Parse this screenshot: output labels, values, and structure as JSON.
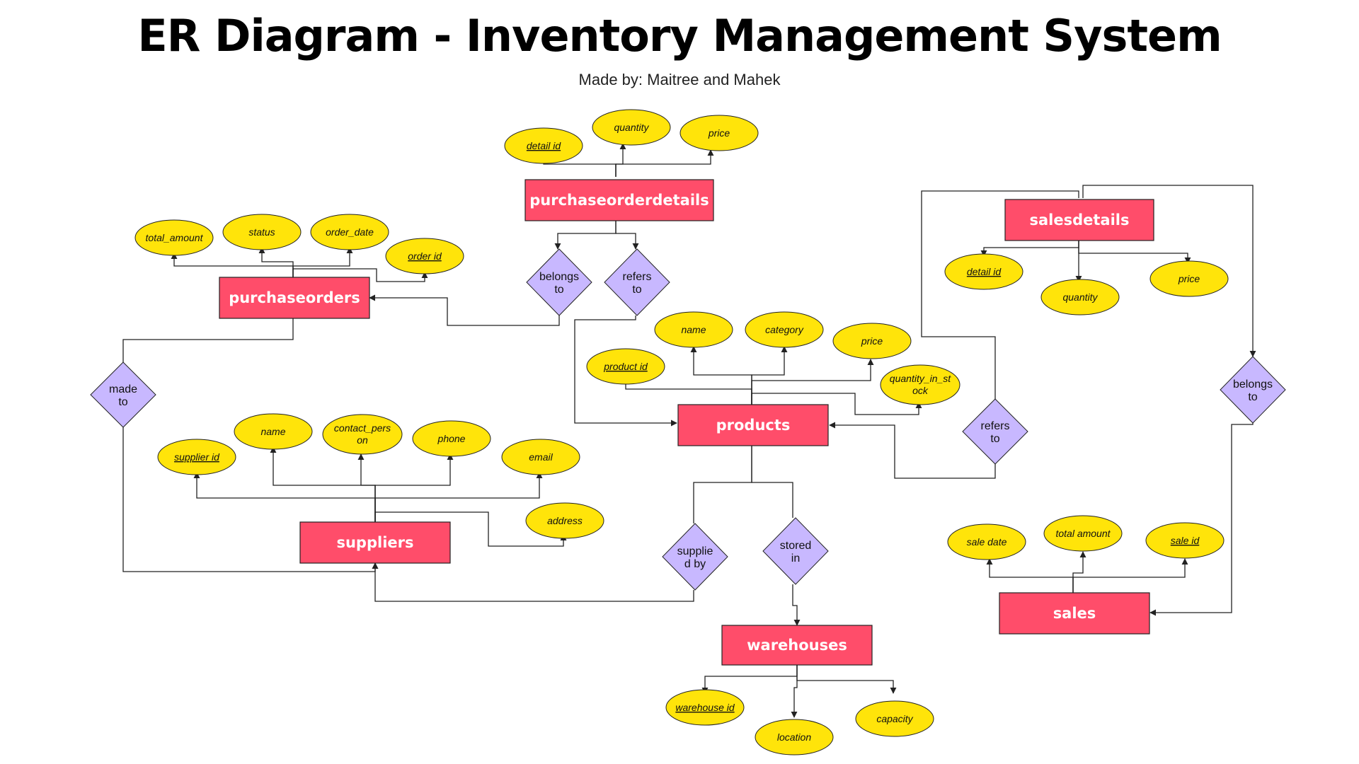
{
  "title": "ER Diagram - Inventory Management System",
  "subtitle": "Made by: Maitree and Mahek",
  "colors": {
    "entity": "#ff4d6a",
    "attribute": "#ffe40a",
    "relationship": "#c8b8ff"
  },
  "entities": {
    "purchaseorderdetails": "purchaseorderdetails",
    "purchaseorders": "purchaseorders",
    "salesdetails": "salesdetails",
    "products": "products",
    "suppliers": "suppliers",
    "warehouses": "warehouses",
    "sales": "sales"
  },
  "attributes": {
    "pod_detail_id": "detail id",
    "pod_quantity": "quantity",
    "pod_price": "price",
    "po_total_amount": "total_amount",
    "po_status": "status",
    "po_order_date": "order_date",
    "po_order_id": "order id",
    "sd_detail_id": "detail id",
    "sd_quantity": "quantity",
    "sd_price": "price",
    "p_name": "name",
    "p_category": "category",
    "p_price": "price",
    "p_product_id": "product id",
    "p_quantity_in_stock_1": "quantity_in_st",
    "p_quantity_in_stock_2": "ock",
    "s_supplier_id": "supplier id",
    "s_name": "name",
    "s_contact_person_1": "contact_pers",
    "s_contact_person_2": "on",
    "s_phone": "phone",
    "s_email": "email",
    "s_address": "address",
    "w_warehouse_id": "warehouse id",
    "w_location": "location",
    "w_capacity": "capacity",
    "sa_sale_date": "sale date",
    "sa_total_amount": "total amount",
    "sa_sale_id": "sale id"
  },
  "relationships": {
    "pod_belongs_to_1": "belongs",
    "pod_belongs_to_2": "to",
    "pod_refers_to_1": "refers",
    "pod_refers_to_2": "to",
    "po_made_to_1": "made",
    "po_made_to_2": "to",
    "sd_refers_to_1": "refers",
    "sd_refers_to_2": "to",
    "sd_belongs_to_1": "belongs",
    "sd_belongs_to_2": "to",
    "p_supplied_by_1": "supplie",
    "p_supplied_by_2": "d by",
    "p_stored_in_1": "stored",
    "p_stored_in_2": "in"
  }
}
